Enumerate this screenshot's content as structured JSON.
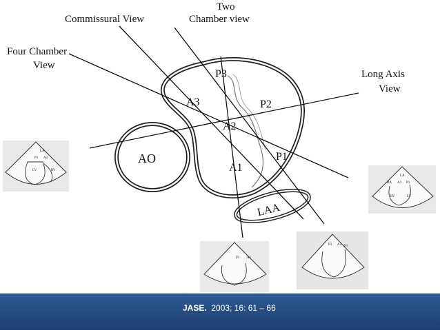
{
  "diagram": {
    "view_labels": {
      "commissural": "Commissural View",
      "two_chamber_line1": "Two",
      "two_chamber_line2": "Chamber view",
      "four_chamber_line1": "Four Chamber",
      "four_chamber_line2": "View",
      "long_axis_line1": "Long Axis",
      "long_axis_line2": "View"
    },
    "segments": {
      "p3": "P3",
      "a3": "A3",
      "p2": "P2",
      "a2": "A2",
      "p1": "P1",
      "a1": "A1",
      "ao": "AO",
      "laa": "LAA"
    },
    "echo_left": {
      "la": "LA",
      "lv": "LV",
      "rv": "RV",
      "p1": "P1",
      "a2": "A2"
    },
    "echo_right": {
      "la": "LA",
      "ra": "RA",
      "lv": "LV",
      "rv": "RV",
      "a3": "A3",
      "p1": "P1"
    },
    "echo_bottom_left": {
      "p3": "P3",
      "a1": "A1"
    },
    "echo_bottom_right": {
      "p3": "P3",
      "a2": "A2",
      "p1": "P1"
    }
  },
  "footer": {
    "journal": "JASE.",
    "details": "2003; 16: 61 – 66"
  },
  "colors": {
    "footer_bg": "#2a5187",
    "footer_text": "#ffffff"
  }
}
